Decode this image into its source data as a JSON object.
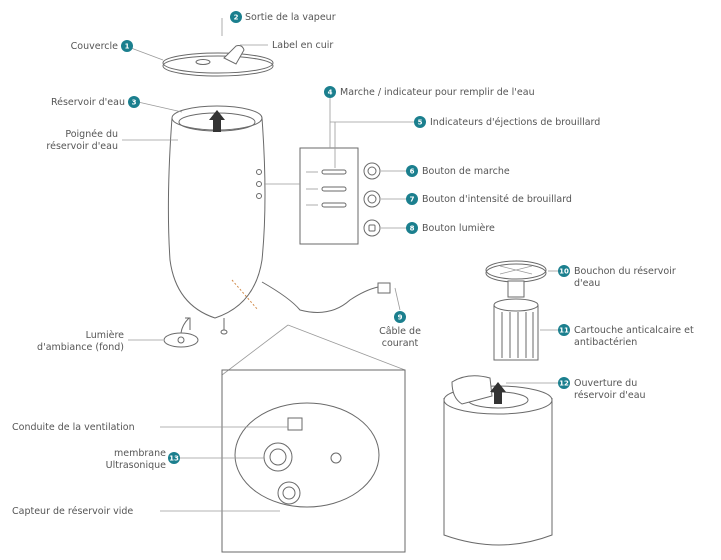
{
  "colors": {
    "badge": "#1b7f8e",
    "line": "#9a9a9a",
    "drawing": "#6a6a6a",
    "text": "#555555"
  },
  "labels": {
    "sortie_vapeur": "Sortie de la vapeur",
    "label_cuir": "Label en cuir",
    "couvercle": "Couvercle",
    "reservoir": "Réservoir d'eau",
    "poignee_1": "Poignée du",
    "poignee_2": "réservoir d'eau",
    "marche_indicateur": "Marche / indicateur pour remplir de l'eau",
    "indicateurs_brouillard": "Indicateurs d'éjections de brouillard",
    "bouton_marche": "Bouton de marche",
    "bouton_intensite": "Bouton d'intensité de brouillard",
    "bouton_lumiere": "Bouton lumière",
    "cable_1": "Câble de",
    "cable_2": "courant",
    "lumiere_1": "Lumière",
    "lumiere_2": "d'ambiance (fond)",
    "bouchon_1": "Bouchon du réservoir",
    "bouchon_2": "d'eau",
    "cartouche_1": "Cartouche anticalcaire et",
    "cartouche_2": "antibactérien",
    "ouverture_1": "Ouverture du",
    "ouverture_2": "réservoir d'eau",
    "conduite": "Conduite de la ventilation",
    "membrane_1": "membrane",
    "membrane_2": "Ultrasonique",
    "capteur": "Capteur de réservoir vide"
  },
  "badges": {
    "couvercle": "1",
    "sortie_vapeur": "2",
    "reservoir": "3",
    "marche_indicateur": "4",
    "indicateurs_brouillard": "5",
    "bouton_marche": "6",
    "bouton_intensite": "7",
    "bouton_lumiere": "8",
    "cable": "9",
    "bouchon": "10",
    "cartouche": "11",
    "ouverture": "12",
    "membrane": "13"
  }
}
